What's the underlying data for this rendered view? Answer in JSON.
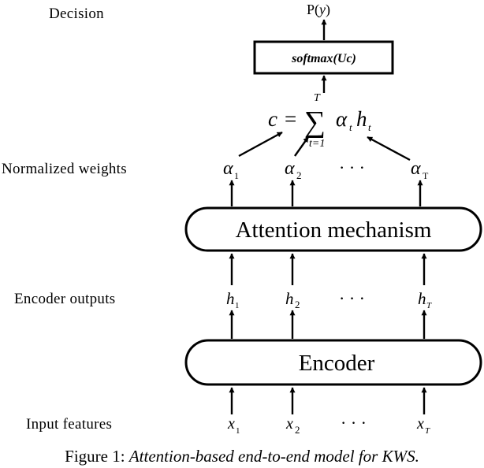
{
  "labels": {
    "decision": "Decision",
    "normalized_weights": "Normalized weights",
    "encoder_outputs": "Encoder outputs",
    "input_features": "Input features"
  },
  "output": {
    "prob": "P(",
    "prob_var": "y",
    "prob_close": ")"
  },
  "softmax_box": {
    "fn": "softmax(",
    "arg": "Uc",
    "close": ")"
  },
  "context_formula": {
    "lhs": "c",
    "equals": "=",
    "sum": "∑",
    "upper": "T",
    "lower": "t=1",
    "alpha": "α",
    "alpha_sub": "t",
    "h": "h",
    "h_sub": "t"
  },
  "weights": [
    {
      "sym": "α",
      "sub": "1"
    },
    {
      "sym": "α",
      "sub": "2"
    },
    {
      "sym": "α",
      "sub": "T"
    }
  ],
  "attention_box": {
    "label": "Attention mechanism"
  },
  "encoder_outputs": [
    {
      "sym": "h",
      "sub": "1"
    },
    {
      "sym": "h",
      "sub": "2"
    },
    {
      "sym": "h",
      "sub": "T"
    }
  ],
  "encoder_box": {
    "label": "Encoder"
  },
  "inputs": [
    {
      "sym": "x",
      "sub": "1"
    },
    {
      "sym": "x",
      "sub": "2"
    },
    {
      "sym": "x",
      "sub": "T"
    }
  ],
  "ellipsis": "· · ·",
  "caption": {
    "prefix": "Figure 1: ",
    "text": "Attention-based end-to-end model for KWS."
  }
}
